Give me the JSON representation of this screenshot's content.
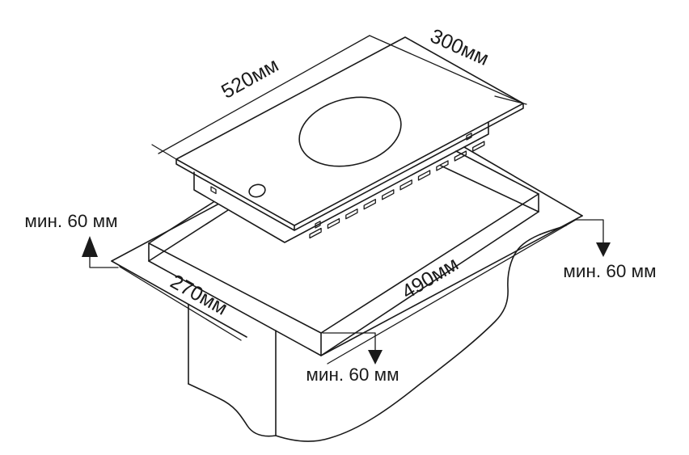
{
  "diagram": {
    "type": "cooktop-installation-cutout-drawing",
    "colors": {
      "line": "#1a1a1a",
      "background": "#ffffff"
    },
    "labels": {
      "cooktop_width": "520мм",
      "cooktop_depth": "300мм",
      "cutout_width": "270мм",
      "cutout_length": "490мм",
      "clearance_left": "мин. 60 мм",
      "clearance_right": "мин. 60 мм",
      "clearance_bottom": "мин. 60 мм"
    }
  }
}
